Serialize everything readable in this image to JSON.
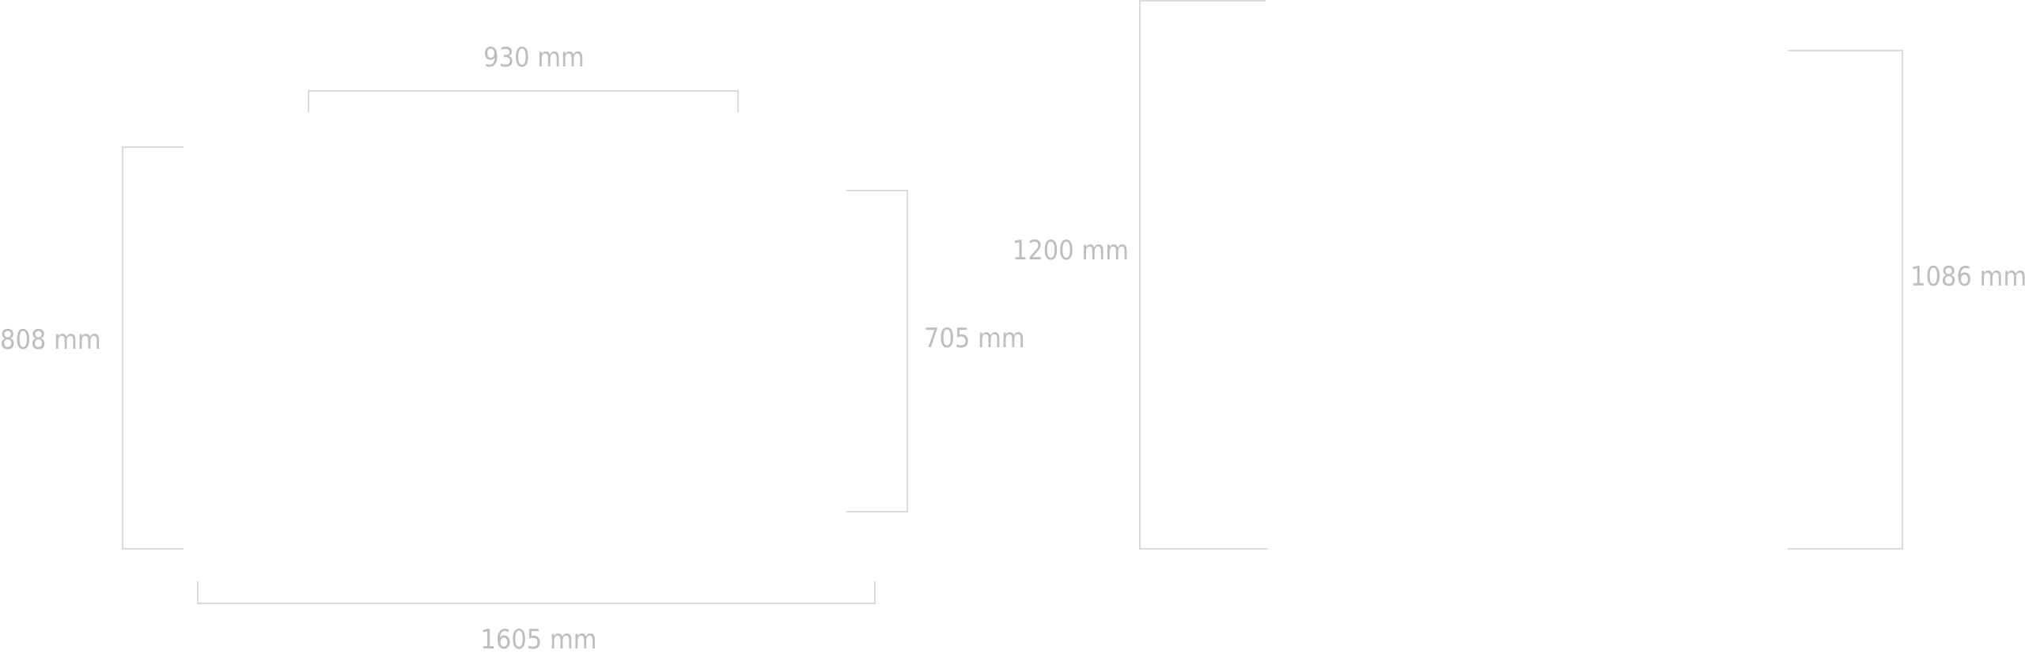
{
  "left_unit": {
    "top_width_label": "930 mm",
    "bottom_width_label": "1605 mm",
    "left_height_label": "808 mm",
    "right_height_label": "705 mm"
  },
  "right_unit": {
    "left_height_label": "1200 mm",
    "right_height_label": "1086 mm"
  },
  "colors": {
    "dimension_line": "#d9d9d9",
    "dimension_text": "#bdbdbd",
    "background": "#ffffff"
  }
}
